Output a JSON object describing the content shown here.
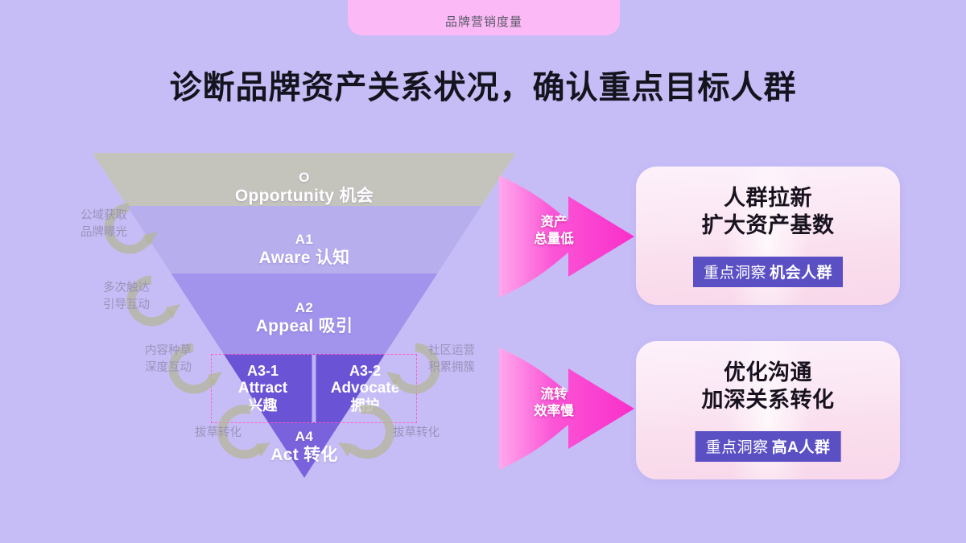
{
  "header": {
    "pill_label": "品牌营销度量",
    "title": "诊断品牌资产关系状况，确认重点目标人群"
  },
  "funnel": {
    "bands": [
      {
        "code": "O",
        "name": "Opportunity 机会",
        "color": "#c4c4bd"
      },
      {
        "code": "A1",
        "name": "Aware 认知",
        "color": "#b7aeee"
      },
      {
        "code": "A2",
        "name": "Appeal 吸引",
        "color": "#a294ec"
      },
      {
        "code": "A4",
        "name": "Act 转化",
        "color": "#7a62dd"
      }
    ],
    "a3": {
      "left": {
        "code": "A3-1",
        "en": "Attract",
        "cn": "兴趣",
        "color": "#6b53d6"
      },
      "right": {
        "code": "A3-2",
        "en": "Advocate",
        "cn": "拥护",
        "color": "#6b53d6"
      },
      "outline_color": "#ff5fc0"
    }
  },
  "notes": {
    "left": [
      {
        "line1": "公域获取",
        "line2": "品牌曝光"
      },
      {
        "line1": "多次触达",
        "line2": "引导互动"
      },
      {
        "line1": "内容种草",
        "line2": "深度互动"
      },
      {
        "line1": "拔草转化",
        "line2": ""
      }
    ],
    "right": [
      {
        "line1": "社区运营",
        "line2": "积累拥簇"
      },
      {
        "line1": "拔草转化",
        "line2": ""
      }
    ]
  },
  "arrows": [
    {
      "line1": "资产",
      "line2": "总量低",
      "color": "#fa3fd0"
    },
    {
      "line1": "流转",
      "line2": "效率慢",
      "color": "#fa3fd0"
    }
  ],
  "cards": [
    {
      "headline_1": "人群拉新",
      "headline_2": "扩大资产基数",
      "badge_label": "重点洞察",
      "badge_value": "机会人群",
      "badge_color": "#5b4fc4"
    },
    {
      "headline_1": "优化沟通",
      "headline_2": "加深关系转化",
      "badge_label": "重点洞察",
      "badge_value": "高A人群",
      "badge_color": "#5b4fc4"
    }
  ],
  "colors": {
    "background": "#c6bdf7",
    "pill": "#fbb9f5",
    "accent_pink": "#fa3fd0",
    "note_text": "#9a93b8"
  }
}
